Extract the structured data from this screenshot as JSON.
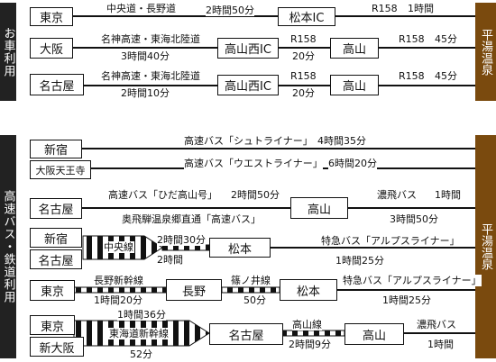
{
  "car": {
    "label": "お車利用",
    "destination": "平湯温泉",
    "rows": [
      {
        "nodes": [
          "東京",
          "松本IC"
        ],
        "labels": [
          "中央道・長野道",
          "2時間50分",
          "R158",
          "1時間"
        ]
      },
      {
        "nodes": [
          "大阪",
          "高山西IC",
          "高山"
        ],
        "labels": [
          "名神高速・東海北陸道",
          "3時間40分",
          "R158",
          "20分",
          "R158",
          "45分"
        ]
      },
      {
        "nodes": [
          "名古屋",
          "高山西IC",
          "高山"
        ],
        "labels": [
          "名神高速・東海北陸道",
          "2時間10分",
          "R158",
          "20分",
          "R158",
          "45分"
        ]
      }
    ]
  },
  "transit": {
    "label": "高速バス・鉄道利用",
    "destination": "平湯温泉",
    "rows": [
      {
        "nodes": [
          "新宿"
        ],
        "labels": [
          "高速バス「シュトライナー」",
          "4時間35分"
        ]
      },
      {
        "nodes": [
          "大阪天王寺"
        ],
        "labels": [
          "高速バス「ウエストライナー」",
          "6時間20分"
        ]
      },
      {
        "nodes": [
          "名古屋",
          "高山"
        ],
        "labels": [
          "高速バス「ひだ高山号」",
          "2時間50分",
          "濃飛バス",
          "1時間",
          "奥飛騨温泉郷直通「高速バス」",
          "3時間50分"
        ]
      },
      {
        "nodes": [
          "新宿",
          "名古屋",
          "松本"
        ],
        "labels": [
          "中央線",
          "2時間30分",
          "2時間",
          "特急バス「アルプスライナー」",
          "1時間25分"
        ]
      },
      {
        "nodes": [
          "東京",
          "長野",
          "松本"
        ],
        "labels": [
          "長野新幹線",
          "1時間20分",
          "篠ノ井線",
          "50分",
          "特急バス「アルプスライナー」",
          "1時間25分"
        ]
      },
      {
        "nodes": [
          "東京",
          "新大阪",
          "名古屋",
          "高山"
        ],
        "labels": [
          "1時間36分",
          "東海道新幹線",
          "52分",
          "高山線",
          "2時間9分",
          "濃飛バス",
          "1時間"
        ]
      }
    ]
  }
}
